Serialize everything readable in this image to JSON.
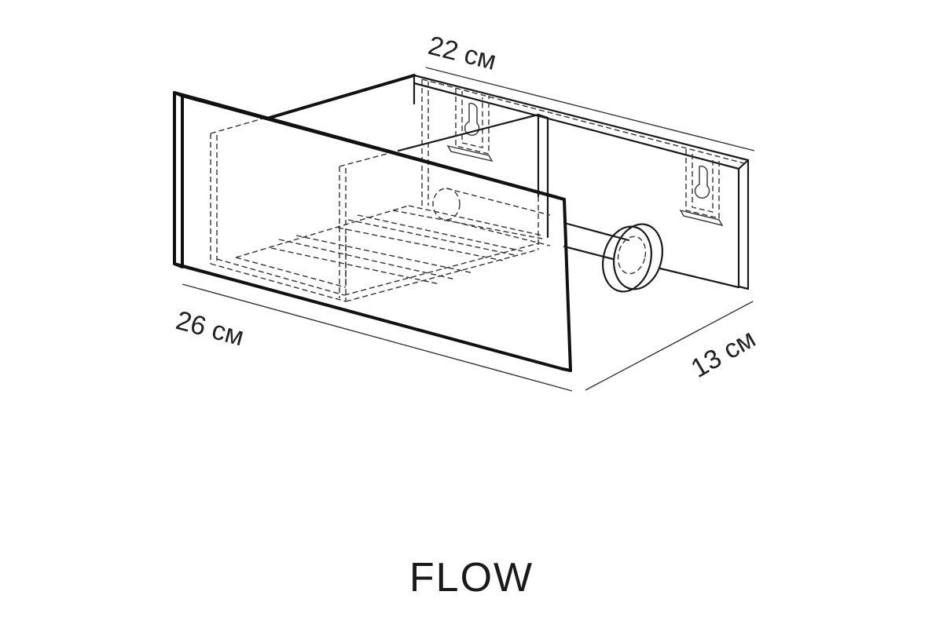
{
  "drawing": {
    "dimensions": {
      "width": "22 см",
      "length": "26 см",
      "depth": "13 см"
    },
    "product_name": "FLOW"
  }
}
